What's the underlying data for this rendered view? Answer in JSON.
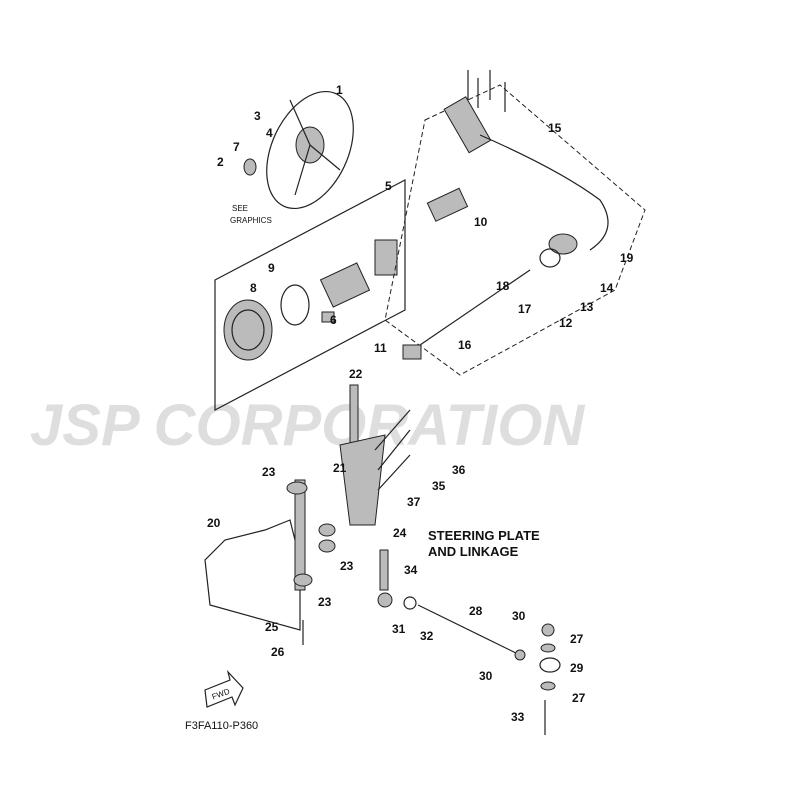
{
  "watermark": "JSP CORPORATION",
  "title_lines": [
    "STEERING PLATE",
    "AND LINKAGE"
  ],
  "note_lines": [
    "SEE",
    "GRAPHICS"
  ],
  "diagram_code": "FWD",
  "figure_code": "F3FA110-P360",
  "callouts": [
    "1",
    "3",
    "4",
    "7",
    "2",
    "5",
    "15",
    "10",
    "19",
    "14",
    "13",
    "18",
    "17",
    "12",
    "11",
    "16",
    "8",
    "9",
    "6",
    "22",
    "21",
    "36",
    "35",
    "37",
    "23",
    "20",
    "24",
    "23",
    "34",
    "23",
    "25",
    "26",
    "31",
    "32",
    "28",
    "30",
    "27",
    "29",
    "30",
    "27",
    "33"
  ]
}
